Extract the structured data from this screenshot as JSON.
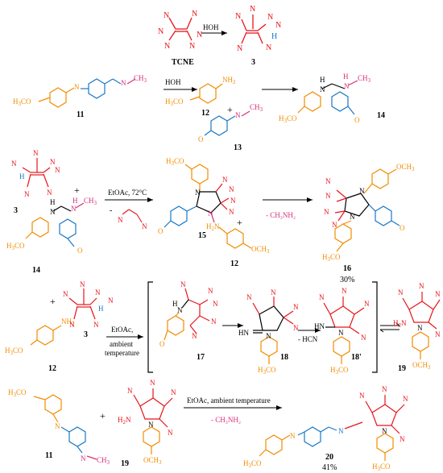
{
  "colors": {
    "red": "#e8141b",
    "orange": "#f28c00",
    "blue": "#1878c8",
    "magenta": "#d6307a",
    "black": "#000000"
  },
  "compounds": {
    "tcne": "TCNE",
    "c3": "3",
    "c11": "11",
    "c12": "12",
    "c13": "13",
    "c14": "14",
    "c15": "15",
    "c16": "16",
    "c17": "17",
    "c18": "18",
    "c18p": "18'",
    "c19": "19",
    "c20": "20"
  },
  "yields": {
    "c16": "30%",
    "c20": "41%"
  },
  "atoms": {
    "N": "N",
    "H": "H",
    "CH3": "CH",
    "sub3": "3",
    "H3CO": "H",
    "H3CO_tail": "CO",
    "OCH3": "OCH",
    "H2N": "H",
    "N_H2": "NH",
    "sub2": "2",
    "HN": "HN",
    "O": "O"
  },
  "conditions": {
    "hoh": "HOH",
    "etoac_72": "EtOAc, 72°C",
    "minus": "-",
    "minus_ch3nh2": "- CH₃NH₂",
    "etoac": "EtOAc,",
    "ambient": "ambient",
    "temperature": "temperature",
    "minus_hcn": "- HCN",
    "etoac_ambient_temperature": "EtOAc, ambient temperature",
    "plus": "+"
  }
}
